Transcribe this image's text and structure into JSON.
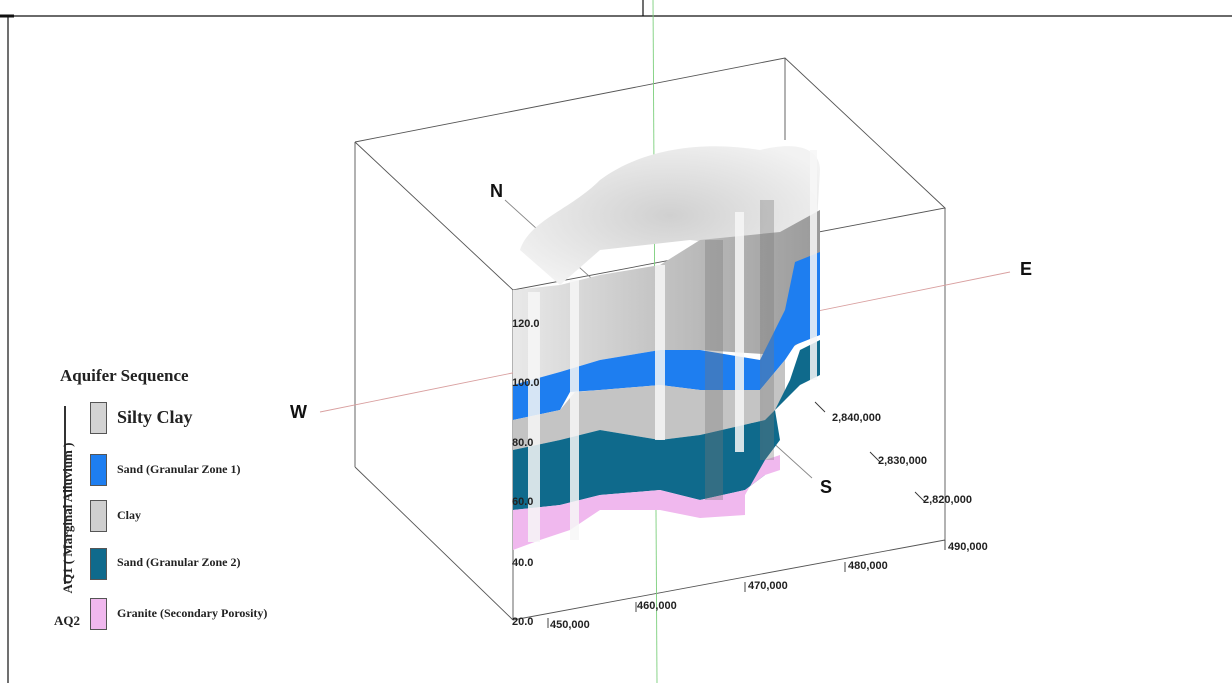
{
  "directions": {
    "north": "N",
    "south": "S",
    "east": "E",
    "west": "W"
  },
  "z_axis": {
    "ticks": [
      "120.0",
      "100.0",
      "80.0",
      "60.0",
      "40.0",
      "20.0"
    ]
  },
  "easting_axis": {
    "ticks": [
      "450,000",
      "460,000",
      "470,000",
      "480,000",
      "490,000"
    ]
  },
  "northing_axis": {
    "ticks": [
      "2,840,000",
      "2,830,000",
      "2,820,000"
    ]
  },
  "legend": {
    "title": "Aquifer Sequence",
    "group_aq1": "AQ1 ( Marginal Alluvium )",
    "group_aq2": "AQ2",
    "items": [
      {
        "label": "Silty Clay",
        "color": "#d3d3d3"
      },
      {
        "label": "Sand (Granular Zone 1)",
        "color": "#1e7ef0"
      },
      {
        "label": "Clay",
        "color": "#cfcfcf"
      },
      {
        "label": "Sand (Granular Zone 2)",
        "color": "#0f6a8c"
      },
      {
        "label": "Granite (Secondary Porosity)",
        "color": "#f0b8ee"
      }
    ]
  }
}
